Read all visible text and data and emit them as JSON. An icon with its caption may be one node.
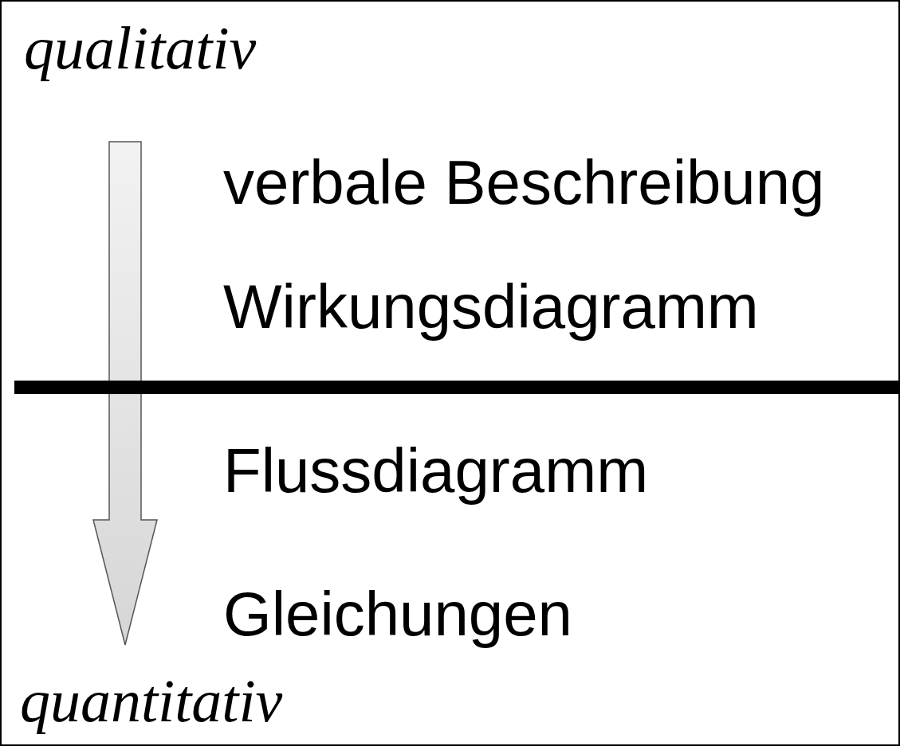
{
  "diagram": {
    "nodes": [
      {
        "text": [],
        "shape": "bar"
      }
    ],
    "labels": [
      "qualitativ",
      "verbale Beschreibung",
      "Wirkungsdiagramm",
      "Flussdiagramm",
      "Gleichungen",
      "quantitativ"
    ]
  }
}
